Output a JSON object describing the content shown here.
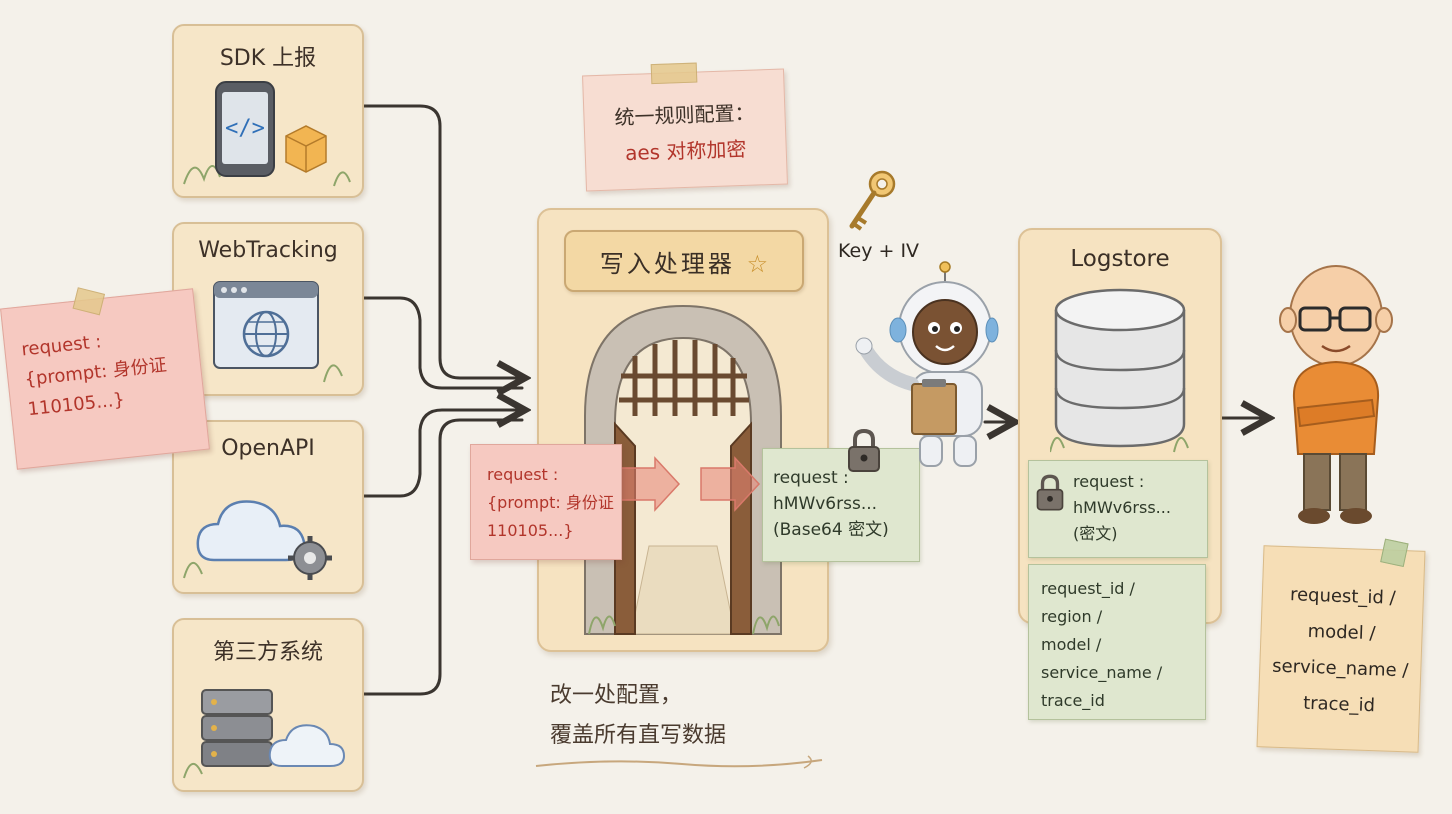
{
  "sources": [
    {
      "title": "SDK 上报",
      "icon": "mobile-code-icon"
    },
    {
      "title": "WebTracking",
      "icon": "browser-globe-icon"
    },
    {
      "title": "OpenAPI",
      "icon": "cloud-gear-icon"
    },
    {
      "title": "第三方系统",
      "icon": "server-cloud-icon"
    }
  ],
  "input_note": {
    "line1": "request :",
    "line2": "{prompt: 身份证",
    "line3": "110105...}"
  },
  "rule_note": {
    "line1": "统一规则配置：",
    "line2": "aes 对称加密"
  },
  "processor": {
    "title": "写入处理器",
    "star": "☆"
  },
  "processor_input": {
    "line1": "request :",
    "line2": "{prompt: 身份证",
    "line3": "110105...}"
  },
  "encrypted_output": {
    "line1": "request :",
    "line2": "hMWv6rss...",
    "line3": "(Base64 密文)"
  },
  "key_label": "Key + IV",
  "logstore": {
    "title": "Logstore",
    "encrypted": {
      "line1": "request :",
      "line2": "hMWv6rss...",
      "line3": "(密文)"
    },
    "fields": [
      "request_id /",
      "region /",
      "model /",
      "service_name /",
      "trace_id"
    ]
  },
  "footer": {
    "line1": "改一处配置，",
    "line2": "覆盖所有直写数据"
  },
  "user_note": [
    "request_id /",
    "model /",
    "service_name /",
    "trace_id"
  ],
  "colors": {
    "accent_red": "#b2352b",
    "card": "#f6e6c8",
    "green": "#dfe7cf",
    "pink": "#f6c9c1"
  }
}
